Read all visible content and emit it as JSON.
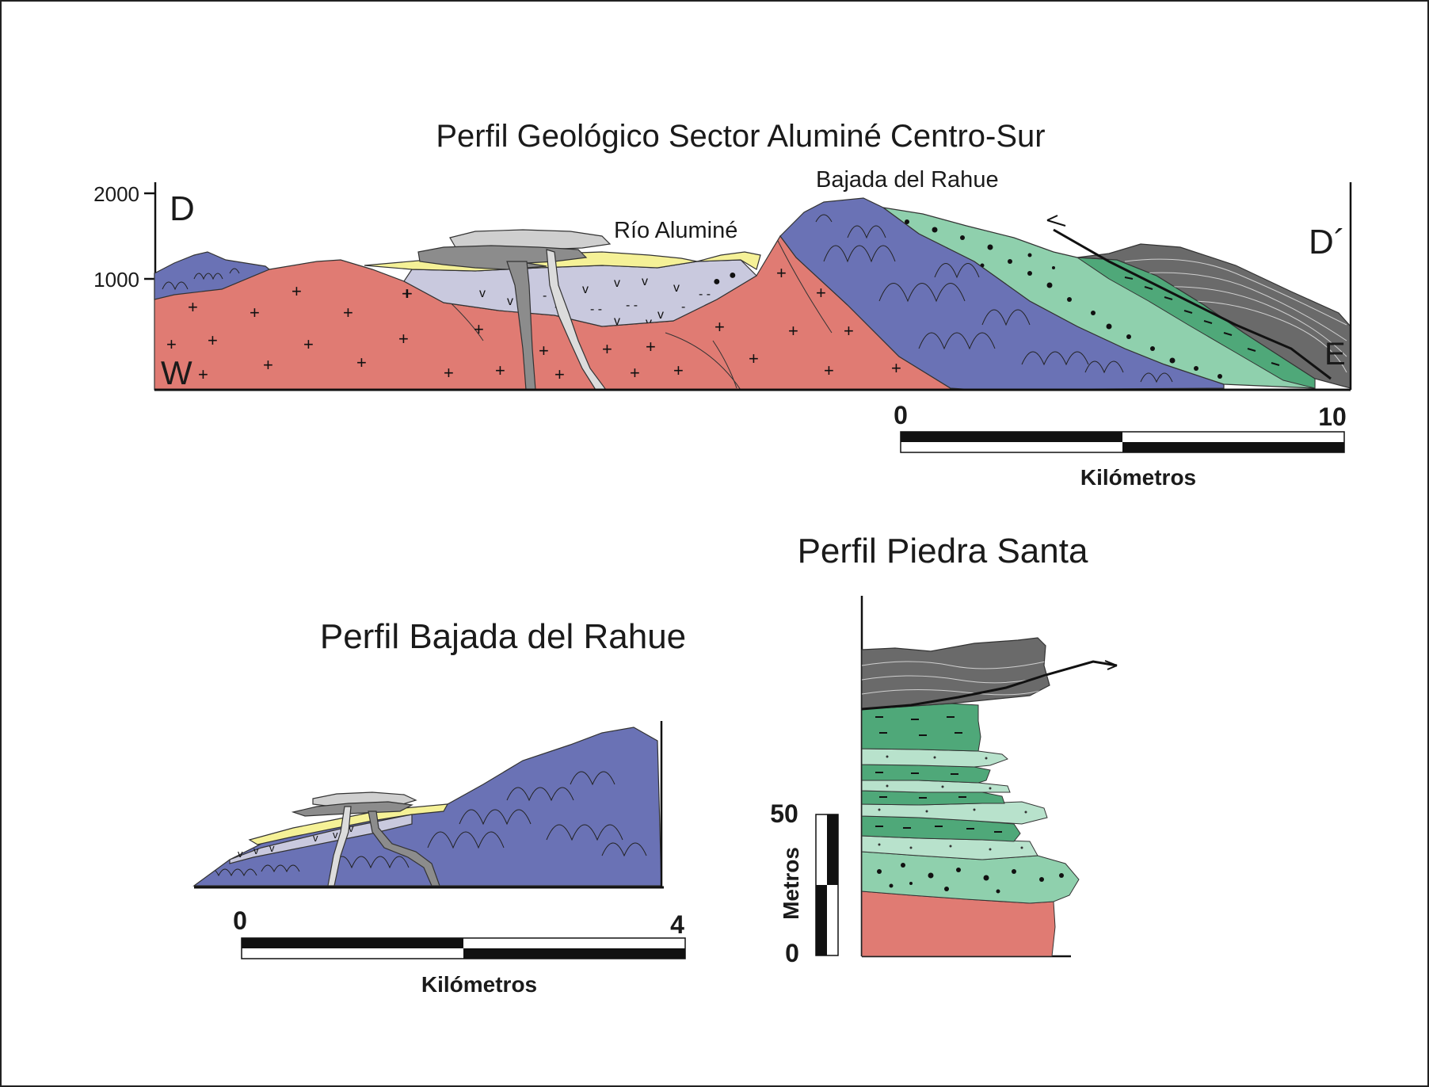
{
  "profile_main": {
    "title": "Perfil Geológico Sector Aluminé Centro-Sur",
    "axis_ticks": [
      "2000",
      "1000"
    ],
    "left_label": "D",
    "right_label": "D´",
    "west_label": "W",
    "east_label": "E",
    "place_labels": [
      "Río Aluminé",
      "Bajada del Rahue"
    ],
    "scale_start": "0",
    "scale_end": "10",
    "scale_unit": "Kilómetros"
  },
  "profile_rahue": {
    "title": "Perfil Bajada del Rahue",
    "scale_start": "0",
    "scale_end": "4",
    "scale_unit": "Kilómetros"
  },
  "profile_piedra": {
    "title": "Perfil Piedra Santa",
    "scale_top": "50",
    "scale_bottom": "0",
    "scale_unit": "Metros"
  },
  "colors": {
    "granite": "#e07b73",
    "metamorphic": "#6a72b5",
    "volcanic": "#c9c9de",
    "yellow": "#f5f197",
    "green_light": "#8fd0ad",
    "green_dark": "#4fa879",
    "green_pale": "#b8e2cc",
    "gray_dark": "#6a6a6a",
    "gray_mid": "#8c8c8c",
    "gray_light": "#cfcfcf"
  }
}
